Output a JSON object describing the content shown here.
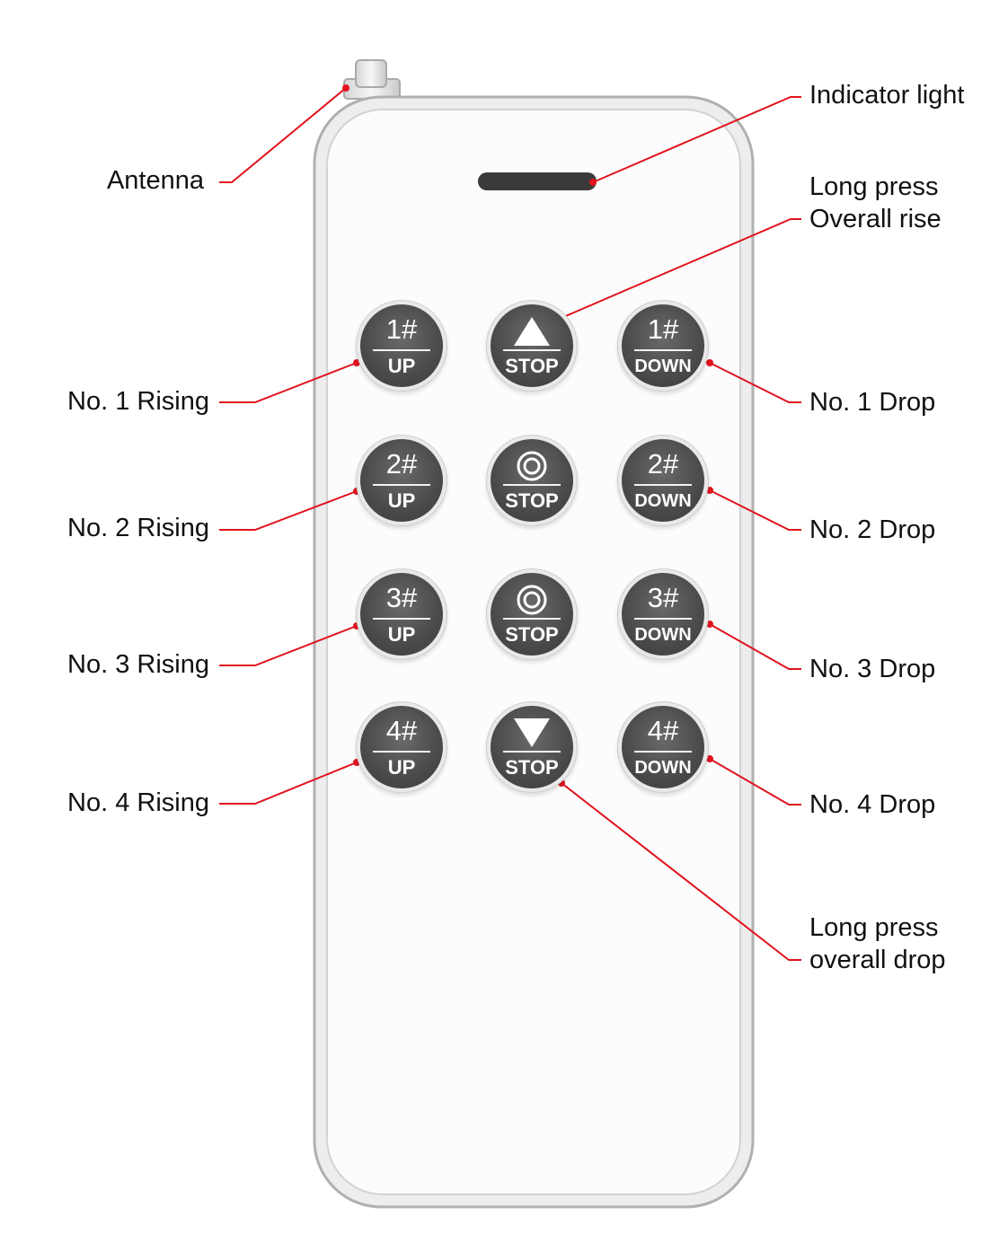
{
  "labels": {
    "antenna": "Antenna",
    "indicator_light": "Indicator light",
    "overall_rise_1": "Long press",
    "overall_rise_2": "Overall rise",
    "no1_rising": "No. 1 Rising",
    "no2_rising": "No. 2 Rising",
    "no3_rising": "No. 3 Rising",
    "no4_rising": "No. 4 Rising",
    "no1_drop": "No. 1 Drop",
    "no2_drop": "No. 2 Drop",
    "no3_drop": "No. 3 Drop",
    "no4_drop": "No. 4 Drop",
    "overall_drop_1": "Long press",
    "overall_drop_2": "overall drop"
  },
  "buttons": {
    "b1_up": {
      "top": "1#",
      "bottom": "UP"
    },
    "b1_stop": {
      "icon": "triangle-up-icon",
      "bottom": "STOP"
    },
    "b1_down": {
      "top": "1#",
      "bottom": "DOWN"
    },
    "b2_up": {
      "top": "2#",
      "bottom": "UP"
    },
    "b2_stop": {
      "icon": "target-circle-icon",
      "bottom": "STOP"
    },
    "b2_down": {
      "top": "2#",
      "bottom": "DOWN"
    },
    "b3_up": {
      "top": "3#",
      "bottom": "UP"
    },
    "b3_stop": {
      "icon": "target-circle-icon",
      "bottom": "STOP"
    },
    "b3_down": {
      "top": "3#",
      "bottom": "DOWN"
    },
    "b4_up": {
      "top": "4#",
      "bottom": "UP"
    },
    "b4_stop": {
      "icon": "triangle-down-icon",
      "bottom": "STOP"
    },
    "b4_down": {
      "top": "4#",
      "bottom": "DOWN"
    }
  },
  "colors": {
    "leader_line": "#e0141e",
    "button": "#4d4d4d",
    "remote_outline": "#b5b5b5",
    "remote_body": "#fafafa"
  }
}
